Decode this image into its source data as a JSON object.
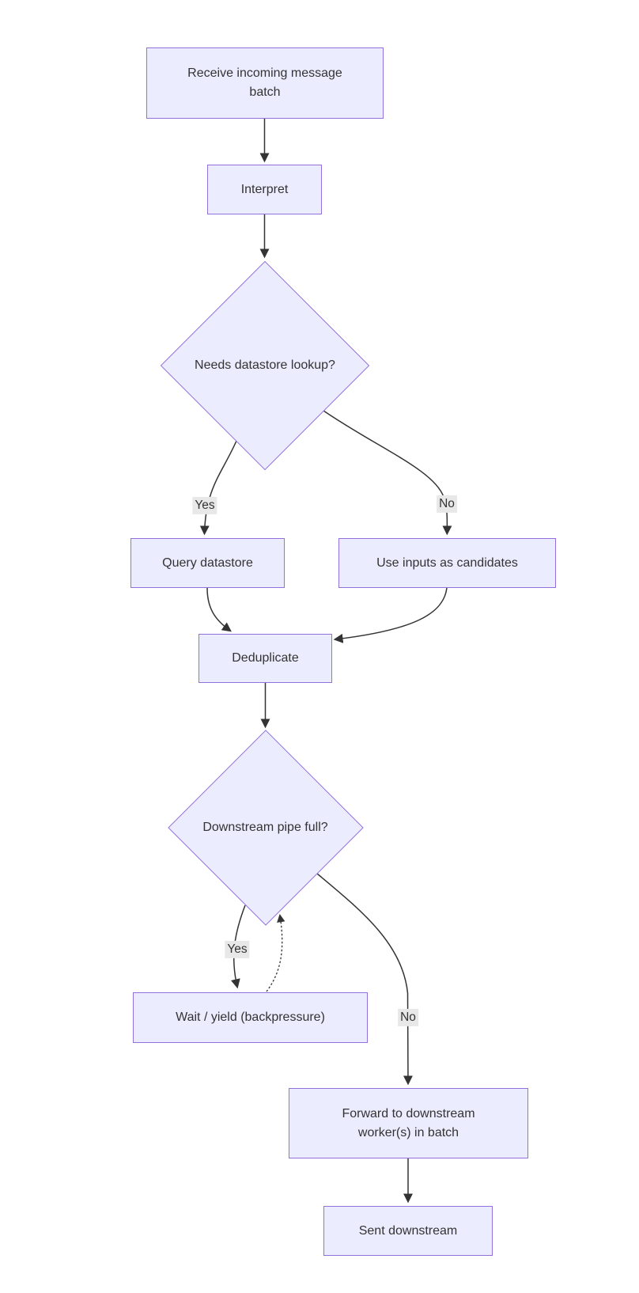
{
  "diagram": {
    "type": "flowchart",
    "direction": "top-down",
    "background": "#ffffff",
    "colors": {
      "node_fill": "#ECECFF",
      "node_border": "#9370DB",
      "edge_color": "#333333",
      "text_color": "#333333",
      "edge_label_bg": "#e8e8e8"
    }
  },
  "nodes": {
    "receive": {
      "shape": "rect",
      "label": "Receive incoming message batch"
    },
    "interpret": {
      "shape": "rect",
      "label": "Interpret"
    },
    "needs_lookup": {
      "shape": "diamond",
      "label": "Needs datastore lookup?"
    },
    "query": {
      "shape": "rect",
      "label": "Query datastore"
    },
    "use_inputs": {
      "shape": "rect",
      "label": "Use inputs as candidates"
    },
    "dedupe": {
      "shape": "rect",
      "label": "Deduplicate"
    },
    "pipe_full": {
      "shape": "diamond",
      "label": "Downstream pipe full?"
    },
    "wait": {
      "shape": "rect",
      "label": "Wait / yield (backpressure)"
    },
    "forward": {
      "shape": "rect",
      "label": "Forward to downstream worker(s) in batch"
    },
    "sent": {
      "shape": "rect",
      "label": "Sent downstream"
    }
  },
  "edge_labels": {
    "yes1": "Yes",
    "no1": "No",
    "yes2": "Yes",
    "no2": "No"
  },
  "edges": [
    {
      "from": "receive",
      "to": "interpret",
      "style": "solid",
      "label": ""
    },
    {
      "from": "interpret",
      "to": "needs_lookup",
      "style": "solid",
      "label": ""
    },
    {
      "from": "needs_lookup",
      "to": "query",
      "style": "solid",
      "label": "Yes"
    },
    {
      "from": "needs_lookup",
      "to": "use_inputs",
      "style": "solid",
      "label": "No"
    },
    {
      "from": "query",
      "to": "dedupe",
      "style": "solid",
      "label": ""
    },
    {
      "from": "use_inputs",
      "to": "dedupe",
      "style": "solid",
      "label": ""
    },
    {
      "from": "dedupe",
      "to": "pipe_full",
      "style": "solid",
      "label": ""
    },
    {
      "from": "pipe_full",
      "to": "wait",
      "style": "solid",
      "label": "Yes"
    },
    {
      "from": "wait",
      "to": "pipe_full",
      "style": "dotted",
      "label": ""
    },
    {
      "from": "pipe_full",
      "to": "forward",
      "style": "solid",
      "label": "No"
    },
    {
      "from": "forward",
      "to": "sent",
      "style": "solid",
      "label": ""
    }
  ]
}
